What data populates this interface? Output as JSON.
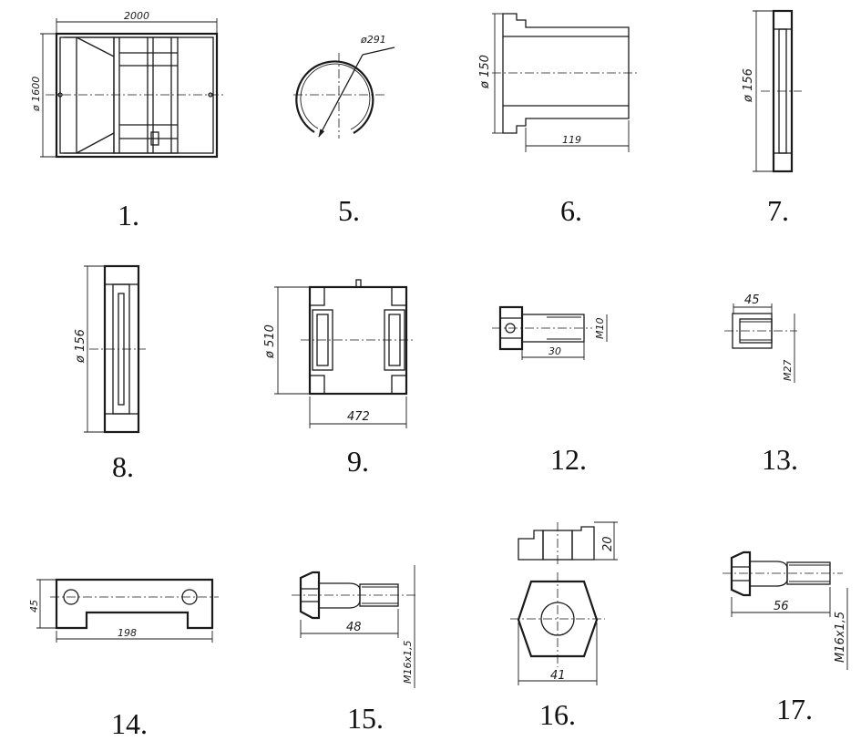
{
  "parts": [
    {
      "id": "p1",
      "number": "1.",
      "dims": [
        "2000",
        "ø 1600"
      ]
    },
    {
      "id": "p5",
      "number": "5.",
      "dims": [
        "ø291"
      ]
    },
    {
      "id": "p6",
      "number": "6.",
      "dims": [
        "ø 150",
        "119"
      ]
    },
    {
      "id": "p7",
      "number": "7.",
      "dims": [
        "ø 156"
      ]
    },
    {
      "id": "p8",
      "number": "8.",
      "dims": [
        "ø 156"
      ]
    },
    {
      "id": "p9",
      "number": "9.",
      "dims": [
        "ø 510",
        "472"
      ]
    },
    {
      "id": "p12",
      "number": "12.",
      "dims": [
        "M10",
        "30"
      ]
    },
    {
      "id": "p13",
      "number": "13.",
      "dims": [
        "45",
        "M27"
      ]
    },
    {
      "id": "p14",
      "number": "14.",
      "dims": [
        "45",
        "198"
      ]
    },
    {
      "id": "p15",
      "number": "15.",
      "dims": [
        "48",
        "M16x1,5"
      ]
    },
    {
      "id": "p16",
      "number": "16.",
      "dims": [
        "20",
        "41"
      ]
    },
    {
      "id": "p17",
      "number": "17.",
      "dims": [
        "56",
        "M16x1,5"
      ]
    }
  ]
}
